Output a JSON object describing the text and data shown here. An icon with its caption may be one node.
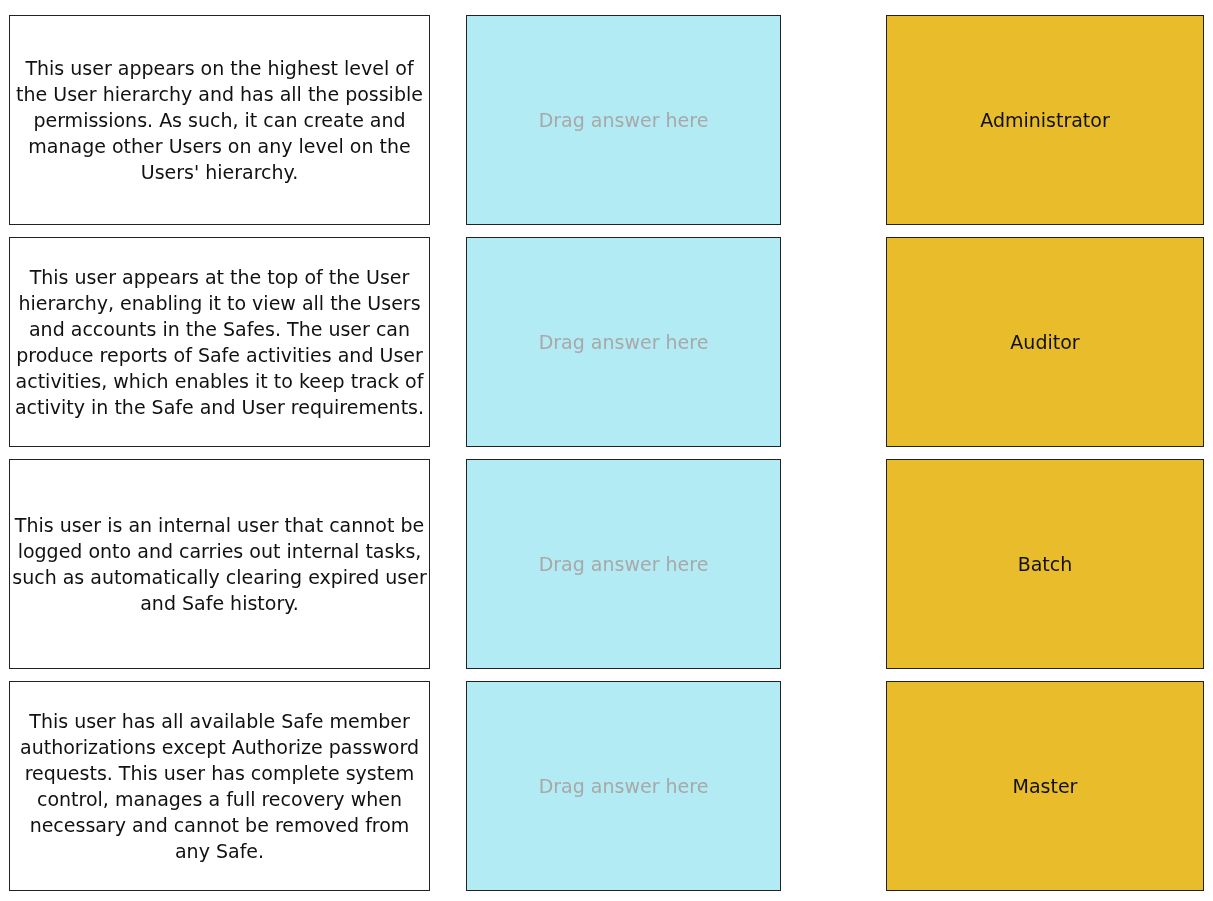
{
  "diagram": {
    "nodes": [
      {
        "text": [
          "This user appears on the highest level of the User hierarchy and has all the possible permissions. As such, it can create and manage other Users on any level on the Users' hierarchy."
        ]
      },
      {
        "text": [
          "Drag answer here"
        ]
      },
      {
        "text": [
          "Administrator"
        ]
      },
      {
        "text": [
          "This user appears at the top of the User hierarchy, enabling it to view all the Users and accounts in the Safes. The user can produce reports of Safe activities and User activities, which enables it to keep track of activity in the Safe and User requirements."
        ]
      },
      {
        "text": [
          "Drag answer here"
        ]
      },
      {
        "text": [
          "Auditor"
        ]
      },
      {
        "text": [
          "This user is an internal user that cannot be logged onto and carries out internal tasks, such as automatically clearing expired user and Safe history."
        ]
      },
      {
        "text": [
          "Drag answer here"
        ]
      },
      {
        "text": [
          "Batch"
        ]
      },
      {
        "text": [
          "This user has all available Safe member authorizations except Authorize password requests. This user has complete system control, manages a full recovery when necessary and cannot be removed from any Safe."
        ]
      },
      {
        "text": [
          "Drag answer here"
        ]
      },
      {
        "text": [
          "Master"
        ]
      }
    ]
  }
}
